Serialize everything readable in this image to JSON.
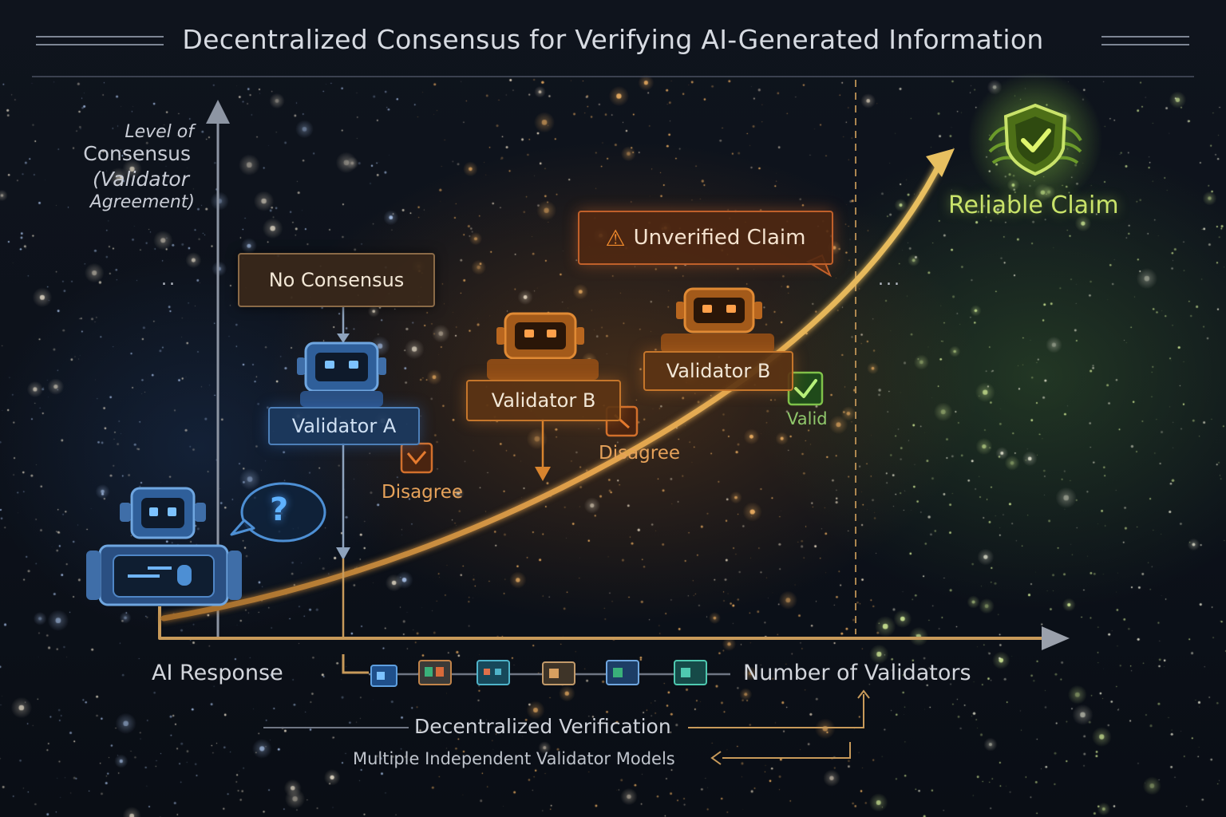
{
  "title": "Decentralized Consensus for Verifying AI-Generated Information",
  "y_axis": {
    "line1": "Level of",
    "line2": "Consensus",
    "line3": "(Validator",
    "line4": "Agreement)"
  },
  "x_axis_label": "Number of Validators",
  "origin_label": "AI Response",
  "question_mark": "?",
  "ellipsis_left": "..",
  "ellipsis_right": "...",
  "no_consensus": "No Consensus",
  "validator_a": {
    "label": "Validator A",
    "status": "Disagree"
  },
  "validator_b1": {
    "label": "Validator B",
    "status": "Disagree"
  },
  "validator_b2": {
    "label": "Validator B",
    "status": "Valid"
  },
  "unverified": {
    "icon": "warning-icon",
    "label": "Unverified Claim"
  },
  "reliable": {
    "icon": "shield-check-icon",
    "label": "Reliable Claim"
  },
  "footer": {
    "line1": "Decentralized Verification",
    "line2": "Multiple Independent Validator Models"
  },
  "colors": {
    "curve": "#e0a24a",
    "blue": "#4d7fb8",
    "orange": "#d8842e",
    "green": "#8fd14f",
    "axis": "#c89a5a"
  }
}
